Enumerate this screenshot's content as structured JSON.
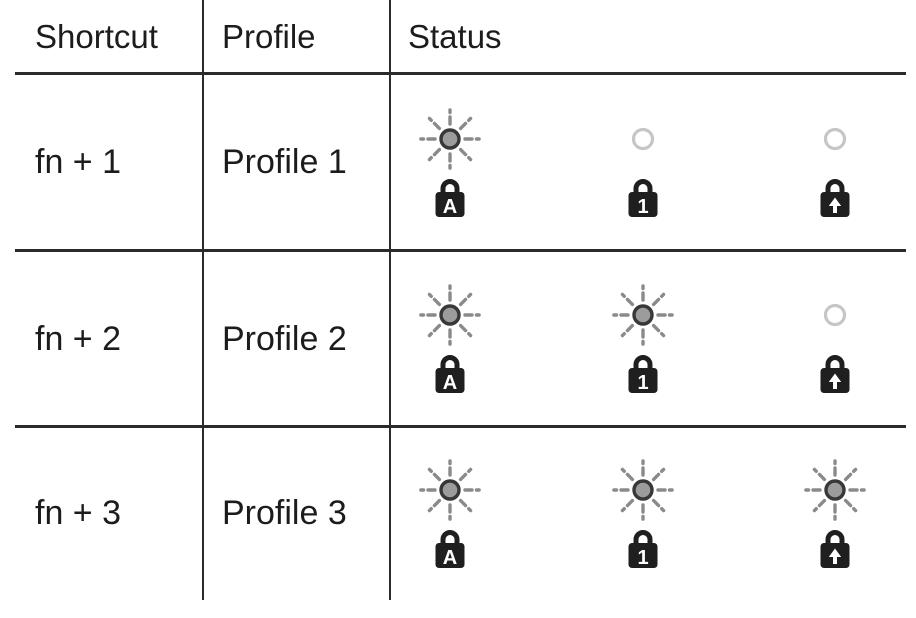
{
  "title": "Profile shortcut LED status table",
  "colors": {
    "background": "#ffffff",
    "line": "#2b2b2b",
    "text": "#1c1c1c",
    "led_on_fill": "#9c9c9c",
    "led_on_ring": "#383838",
    "led_ray": "#8a8a8a",
    "led_off_ring": "#c6c6c6",
    "lock_body": "#1f1f1f",
    "lock_glyph": "#ffffff"
  },
  "table": {
    "headers": {
      "shortcut": "Shortcut",
      "profile": "Profile",
      "status": "Status"
    },
    "rows": [
      {
        "shortcut": "fn + 1",
        "profile": "Profile 1",
        "leds": [
          {
            "state": "blinking",
            "lock_glyph": "A",
            "lock_name": "caps-lock"
          },
          {
            "state": "off",
            "lock_glyph": "1",
            "lock_name": "num-lock"
          },
          {
            "state": "off",
            "lock_glyph": "↑",
            "lock_name": "scroll-lock"
          }
        ]
      },
      {
        "shortcut": "fn + 2",
        "profile": "Profile 2",
        "leds": [
          {
            "state": "blinking",
            "lock_glyph": "A",
            "lock_name": "caps-lock"
          },
          {
            "state": "blinking",
            "lock_glyph": "1",
            "lock_name": "num-lock"
          },
          {
            "state": "off",
            "lock_glyph": "↑",
            "lock_name": "scroll-lock"
          }
        ]
      },
      {
        "shortcut": "fn + 3",
        "profile": "Profile 3",
        "leds": [
          {
            "state": "blinking",
            "lock_glyph": "A",
            "lock_name": "caps-lock"
          },
          {
            "state": "blinking",
            "lock_glyph": "1",
            "lock_name": "num-lock"
          },
          {
            "state": "blinking",
            "lock_glyph": "↑",
            "lock_name": "scroll-lock"
          }
        ]
      }
    ]
  }
}
